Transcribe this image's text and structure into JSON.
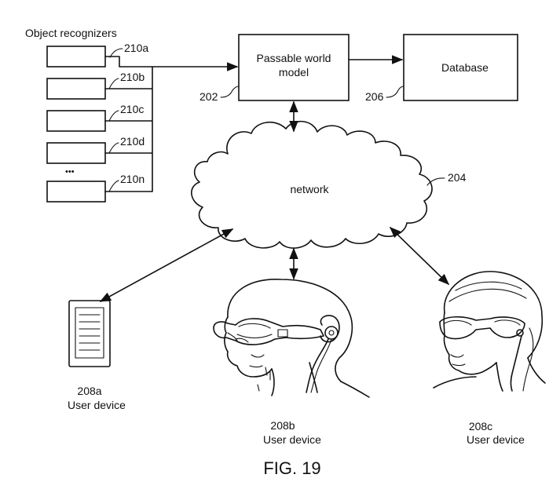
{
  "recognizers": {
    "title": "Object recognizers",
    "items": [
      {
        "ref": "210a"
      },
      {
        "ref": "210b"
      },
      {
        "ref": "210c"
      },
      {
        "ref": "210d"
      },
      {
        "ref": "210n"
      }
    ],
    "ellipsis": "•••"
  },
  "passable_world": {
    "line1": "Passable world",
    "line2": "model",
    "ref": "202"
  },
  "database": {
    "label": "Database",
    "ref": "206"
  },
  "network": {
    "label": "network",
    "ref": "204"
  },
  "devices": [
    {
      "ref": "208a",
      "label": "User device"
    },
    {
      "ref": "208b",
      "label": "User device"
    },
    {
      "ref": "208c",
      "label": "User device"
    }
  ],
  "figure_label": "FIG. 19"
}
